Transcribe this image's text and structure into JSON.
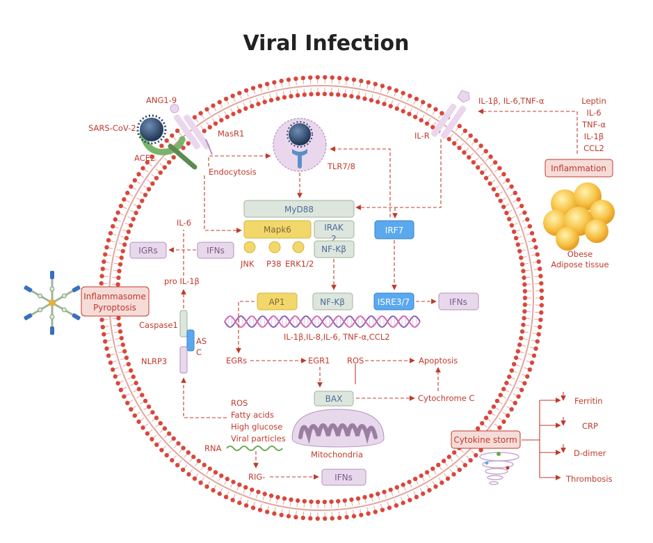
{
  "title": "Viral Infection",
  "colors": {
    "accent": "#c0392b",
    "membrane": "#d9473c",
    "green_box": "#dde6dc",
    "yellow_box": "#f2d76b",
    "blue_box": "#5aa9ef",
    "lavender_box": "#e8d8ec",
    "pink_box": "#f6dcd8"
  },
  "labels": {
    "ang19": "ANG1-9",
    "sars": "SARS-CoV-2",
    "ace2": "ACE2",
    "masr1": "MasR1",
    "endocytosis": "Endocytosis",
    "tlr78": "TLR7/8",
    "ilr": "IL-R",
    "il_cytokines": "IL-1β, IL-6,TNF-α",
    "adipo": [
      "Leptin",
      "IL-6",
      "TNF-α",
      "IL-1β",
      "CCL2"
    ],
    "obese": [
      "Obese",
      "Adipose tissue"
    ],
    "il6": "IL-6",
    "proil1b": "pro IL-1β",
    "caspase1": "Caspase1",
    "asc": [
      "AS",
      "C"
    ],
    "nlrp3": "NLRP3",
    "jnk": "JNK",
    "p38": "P38",
    "erk": "ERK1/2",
    "dna_products": "IL-1β,IL-8,IL-6, TNF-α,CCL2",
    "egrs": "EGRs",
    "egr1": "EGR1",
    "ros_top": "ROS",
    "apoptosis": "Apoptosis",
    "cytochrome": "Cytochrome C",
    "stress": [
      "ROS",
      "Fatty acids",
      "High glucose",
      "Viral particles"
    ],
    "rna": "RNA",
    "rig": "RIG-",
    "mitochondria": "Mitochondria",
    "ferritin": "Ferritin",
    "crp": "CRP",
    "ddimer": "D-dimer",
    "thrombosis": "Thrombosis"
  },
  "boxes": {
    "myd88": "MyD88",
    "mapk6": "Mapk6",
    "irak": [
      "IRAK",
      "2"
    ],
    "nfkb_upper": "NF-Kβ",
    "irf7": "IRF7",
    "igrs": "IGRs",
    "ifns_left": "IFNs",
    "ap1": "AP1",
    "nfkb_lower": "NF-Kβ",
    "isre": "ISRE3/7",
    "ifns_right": "IFNs",
    "bax": "BAX",
    "ifns_bottom": "IFNs",
    "inflammation": "Inflammation",
    "inflammasome": [
      "Inflammasome",
      "Pyroptosis"
    ],
    "cytokine_storm": "Cytokine storm"
  }
}
